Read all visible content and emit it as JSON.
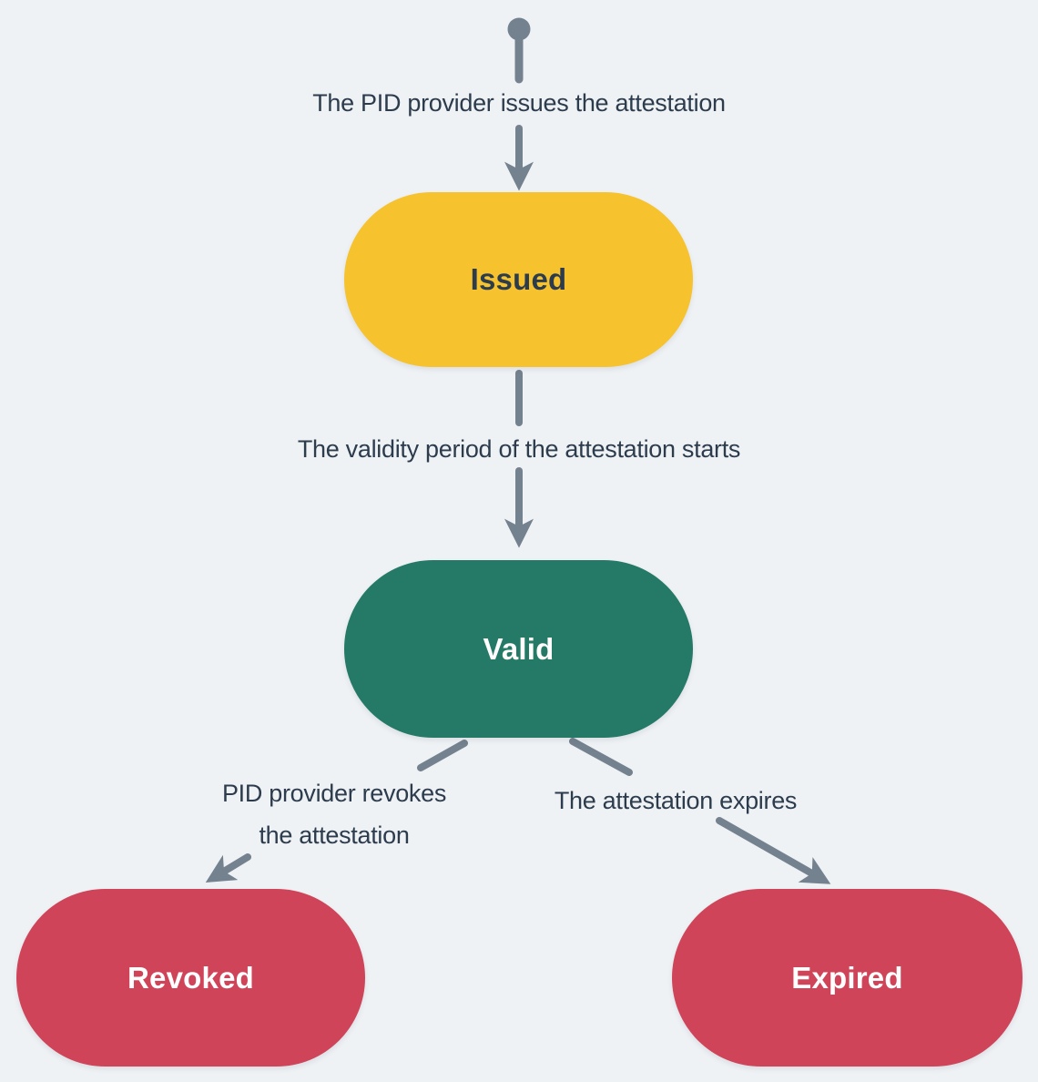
{
  "diagram": {
    "background_color": "#EFF2F5",
    "connector_color": "#74828F",
    "label_text_color": "#2D3C4D",
    "start": {
      "shape": "filled-circle"
    },
    "nodes": {
      "issued": {
        "label": "Issued",
        "fill": "#F6C22E",
        "text_color": "#2D3C4D"
      },
      "valid": {
        "label": "Valid",
        "fill": "#257A67",
        "text_color": "#FFFFFF"
      },
      "revoked": {
        "label": "Revoked",
        "fill": "#CF4459",
        "text_color": "#FFFFFF"
      },
      "expired": {
        "label": "Expired",
        "fill": "#CF4459",
        "text_color": "#FFFFFF"
      }
    },
    "edges": {
      "issue": {
        "from": "start",
        "to": "issued",
        "label": "The PID provider issues the attestation"
      },
      "validity": {
        "from": "issued",
        "to": "valid",
        "label": "The validity period of the attestation starts"
      },
      "revoke": {
        "from": "valid",
        "to": "revoked",
        "label": "PID provider revokes the attestation",
        "line1": "PID provider revokes",
        "line2": "the attestation"
      },
      "expire": {
        "from": "valid",
        "to": "expired",
        "label": "The attestation expires"
      }
    }
  }
}
